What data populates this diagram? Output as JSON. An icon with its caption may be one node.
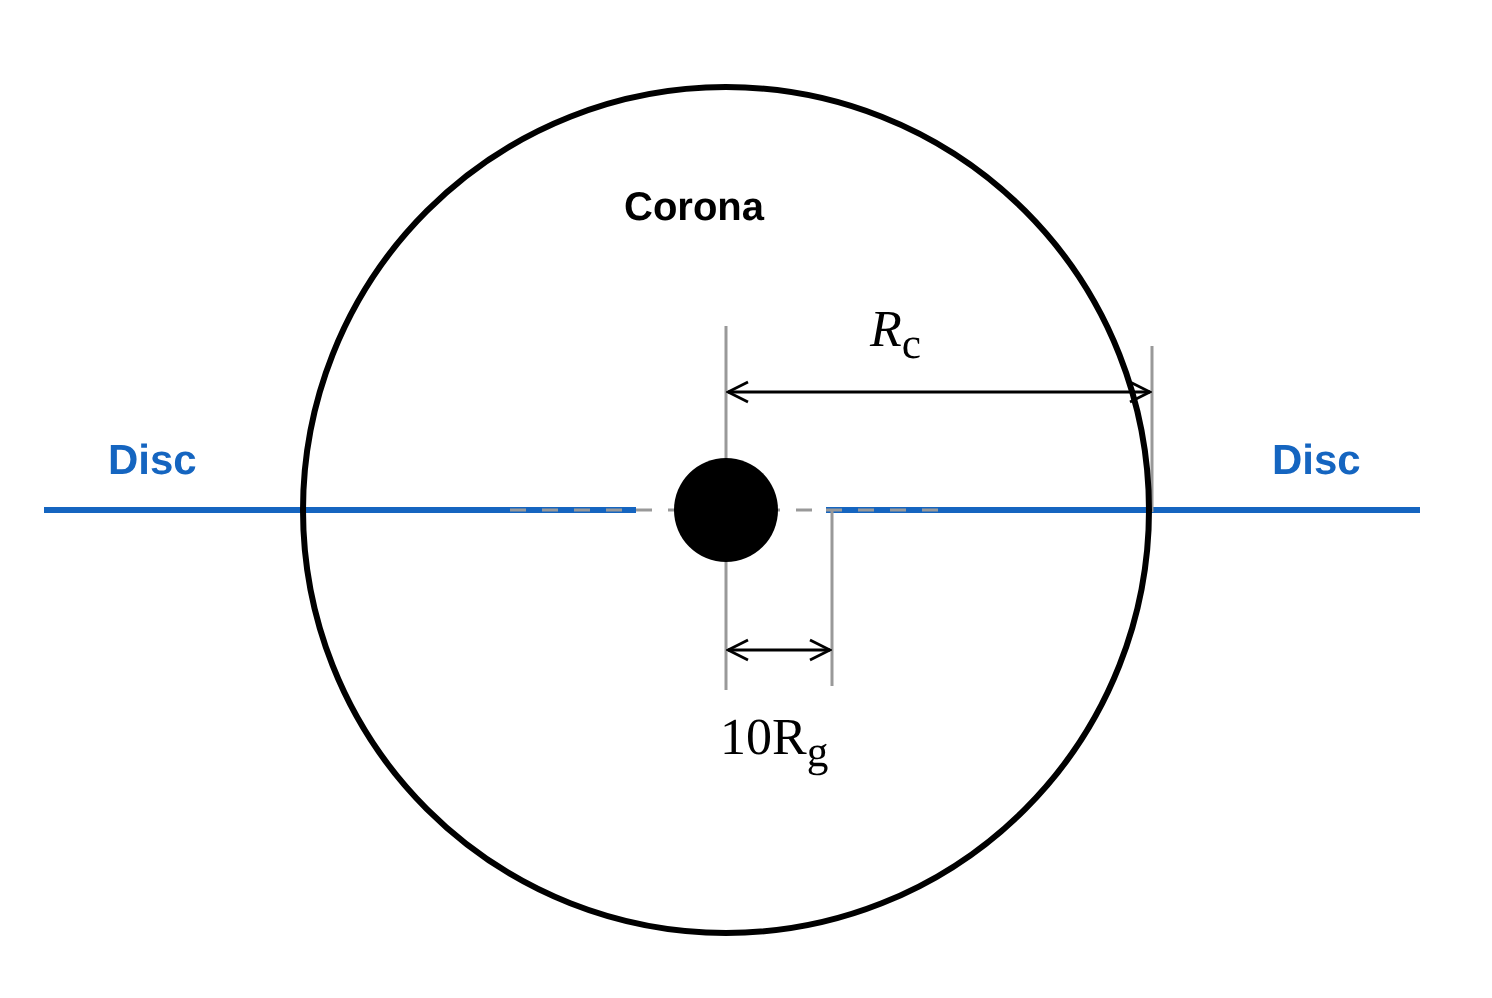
{
  "diagram": {
    "nodes": [
      {
        "text": [
          "Corona"
        ]
      }
    ],
    "labels": [
      "Disc",
      "Disc",
      "*R*$_{c}$",
      "10R$_{g}$"
    ]
  }
}
